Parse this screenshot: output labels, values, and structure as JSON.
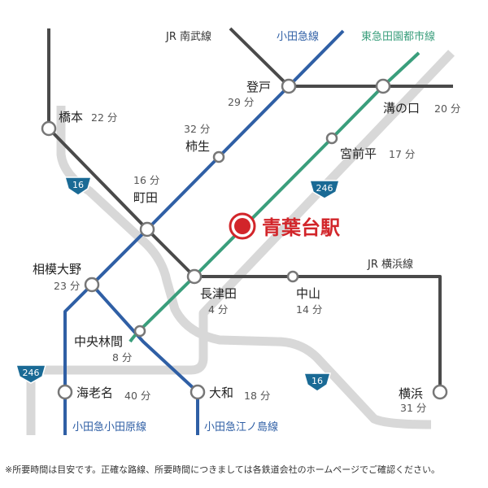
{
  "colors": {
    "jr": "#4a4a4a",
    "odakyu": "#2f5fa5",
    "tokyu": "#3a9e7c",
    "road": "#d8d8d8",
    "road_sign": "#1a6a95",
    "highlight": "#d2252a"
  },
  "lines": {
    "jr_nambu": "JR 南武線",
    "odakyu": "小田急線",
    "tokyu_dento": "東急田園都市線",
    "jr_yokohama": "JR 横浜線",
    "odakyu_odawara": "小田急小田原線",
    "odakyu_enoshima": "小田急江ノ島線"
  },
  "highlight_station": "青葉台駅",
  "stations": {
    "hashimoto": {
      "name": "橋本",
      "minutes": "22 分"
    },
    "noborito": {
      "name": "登戸",
      "minutes": "29 分"
    },
    "mizonokuchi": {
      "name": "溝の口",
      "minutes": "20 分"
    },
    "kakio": {
      "name": "柿生",
      "minutes": "32 分"
    },
    "miyamaedaira": {
      "name": "宮前平",
      "minutes": "17 分"
    },
    "machida": {
      "name": "町田",
      "minutes": "16 分"
    },
    "sagamiono": {
      "name": "相模大野",
      "minutes": "23 分"
    },
    "nagatsuta": {
      "name": "長津田",
      "minutes": "4 分"
    },
    "nakayama": {
      "name": "中山",
      "minutes": "14 分"
    },
    "chuorinkan": {
      "name": "中央林間",
      "minutes": "8 分"
    },
    "ebina": {
      "name": "海老名",
      "minutes": "40 分"
    },
    "yamato": {
      "name": "大和",
      "minutes": "18 分"
    },
    "yokohama": {
      "name": "横浜",
      "minutes": "31 分"
    }
  },
  "roads": {
    "route16": "16",
    "route246": "246"
  },
  "note": "※所要時間は目安です。正確な路線、所要時間につきましては各鉄道会社のホームページでご確認ください。"
}
